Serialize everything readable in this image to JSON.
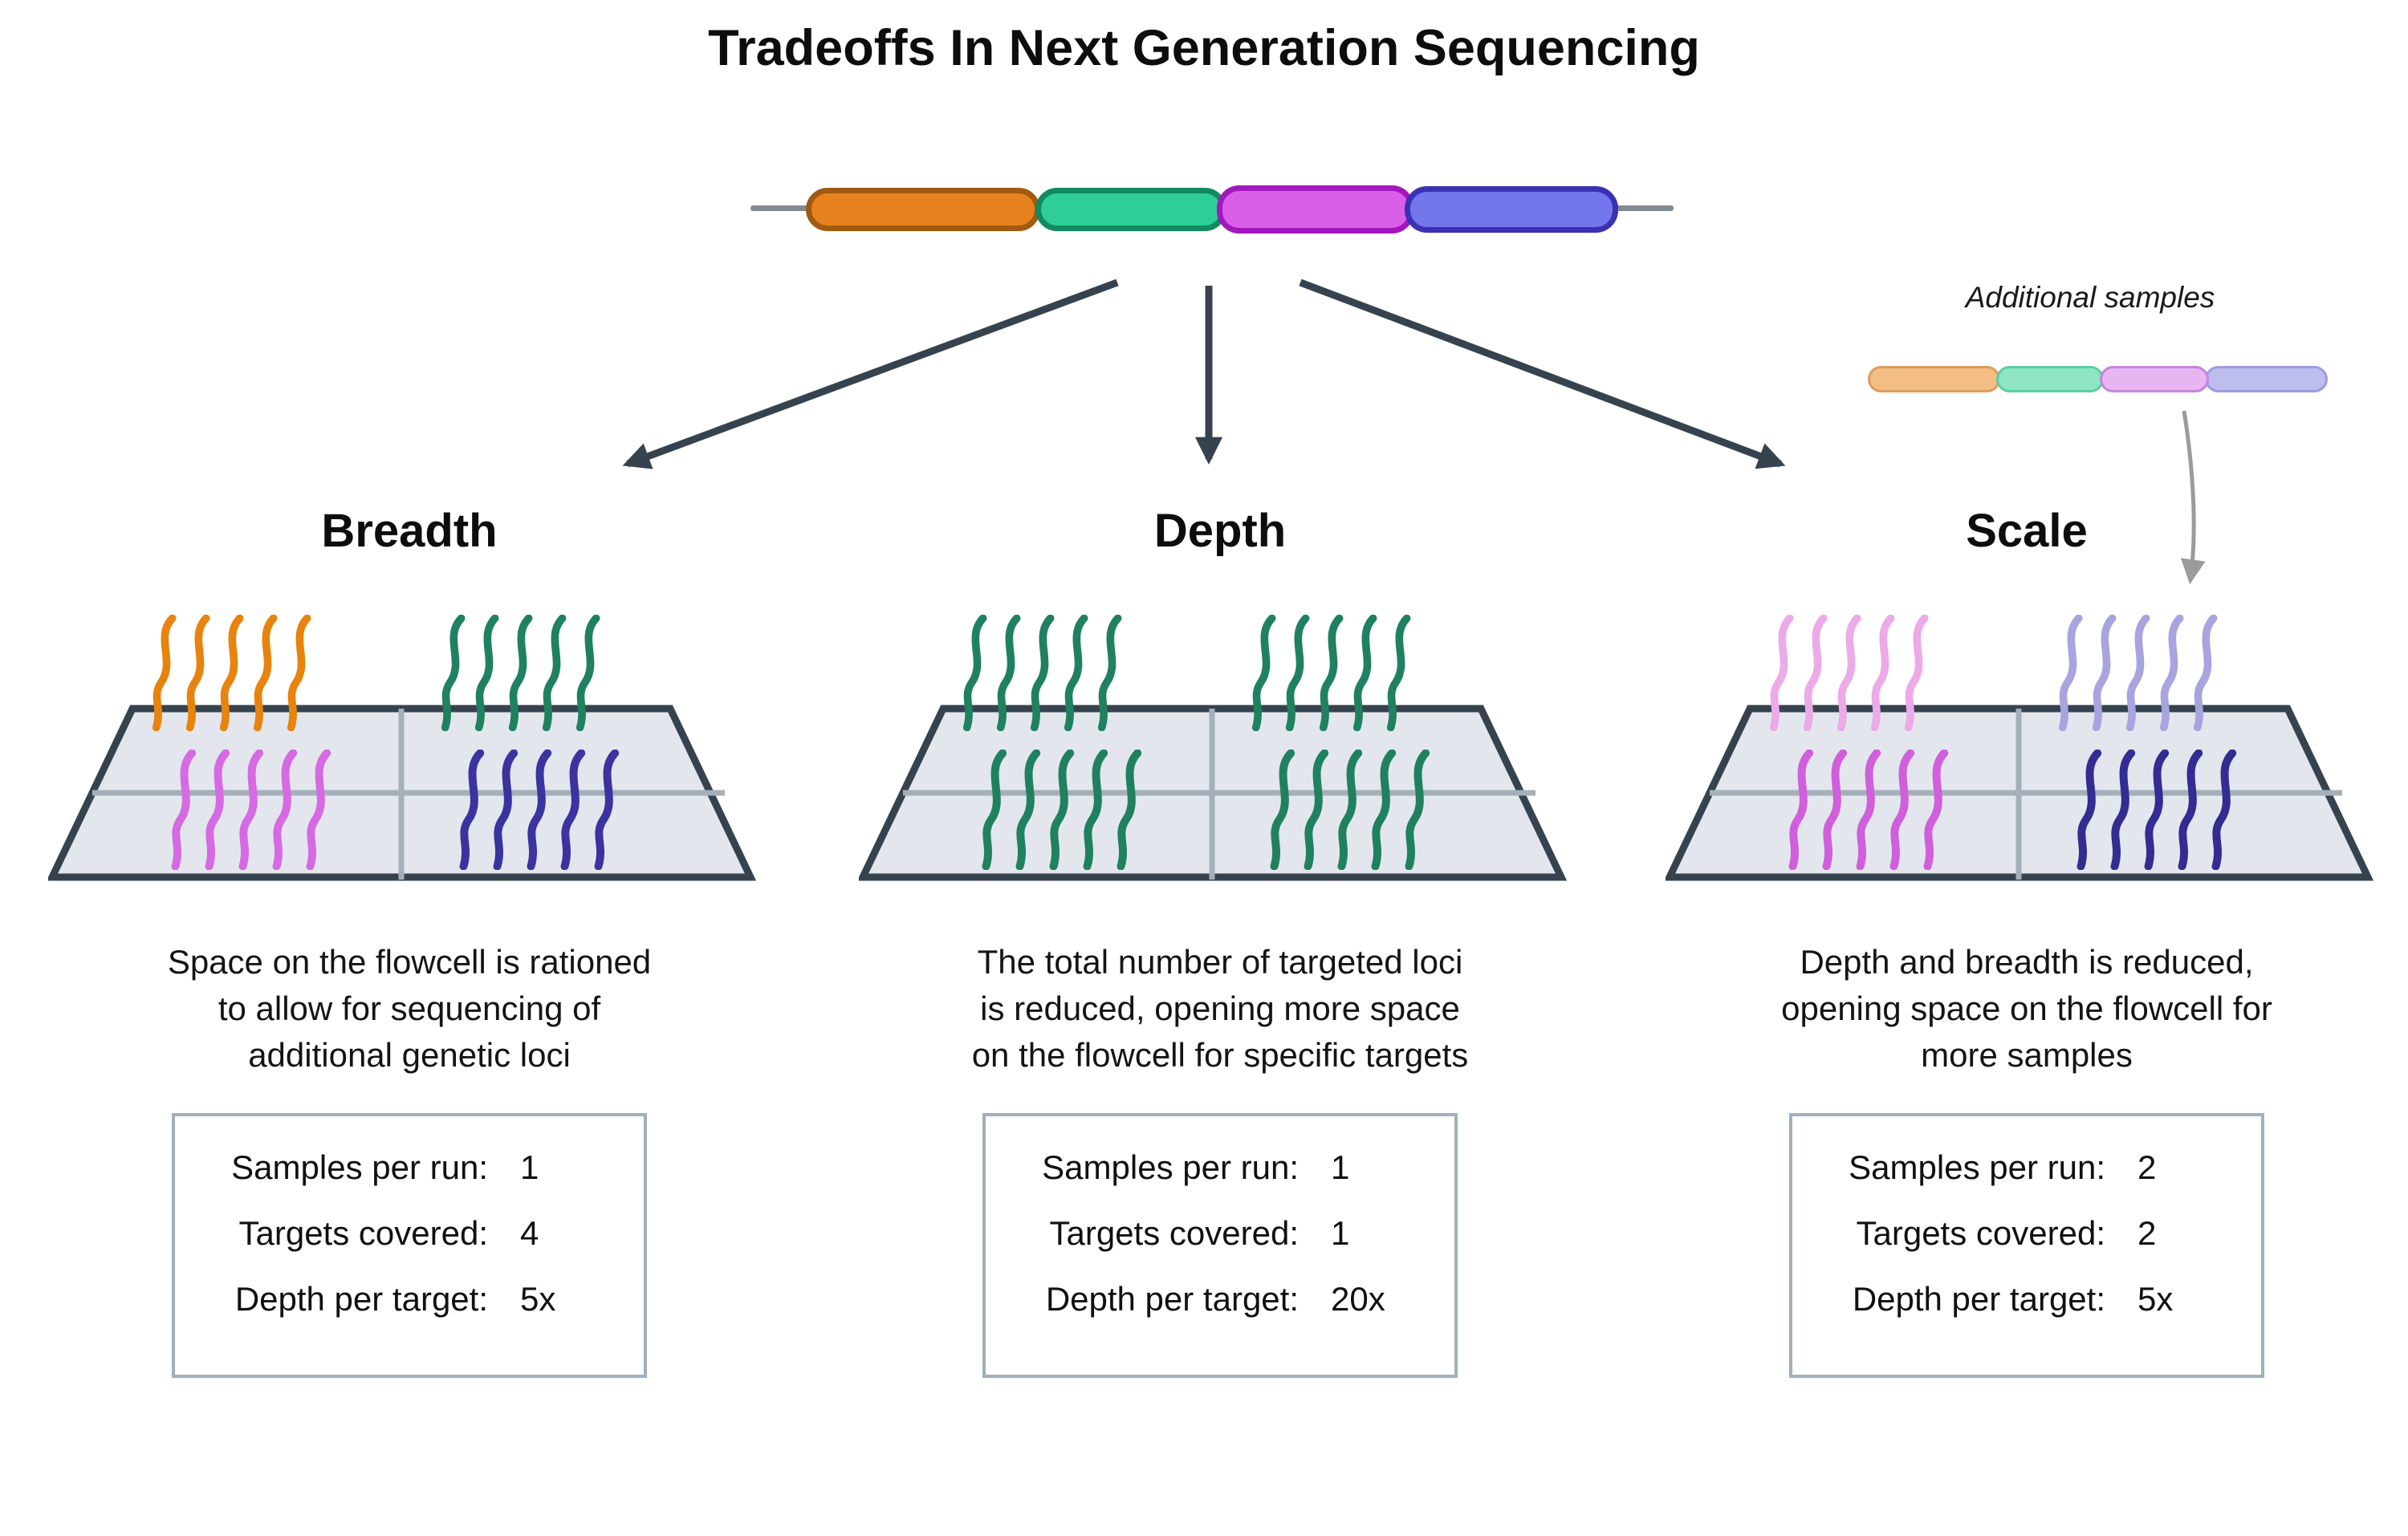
{
  "title": "Tradeoffs In Next Generation Sequencing",
  "arrow_color": "#36434F",
  "gene_bar": {
    "line_color": "#828A92",
    "segments": [
      {
        "name": "orange",
        "fill": "#E8821E",
        "border": "#A15A11"
      },
      {
        "name": "green",
        "fill": "#2FCE96",
        "border": "#128A60"
      },
      {
        "name": "magenta",
        "fill": "#DA5FE8",
        "border": "#A317BE"
      },
      {
        "name": "blue",
        "fill": "#7476EB",
        "border": "#3A31B4"
      }
    ]
  },
  "additional_samples": {
    "label": "Additional samples",
    "arrow_color": "#9B9B9B",
    "segments": [
      {
        "name": "orange",
        "fill": "#F2BE84",
        "border": "#DB9C5E"
      },
      {
        "name": "green",
        "fill": "#8EE7C2",
        "border": "#5ECDA2"
      },
      {
        "name": "pink",
        "fill": "#E7B5F2",
        "border": "#C585DC"
      },
      {
        "name": "periwinkle",
        "fill": "#BDBDEE",
        "border": "#9C9BE0"
      }
    ]
  },
  "flowcell": {
    "fill": "#E3E7ED",
    "border": "#36434F",
    "gridline": "#A5AFB9"
  },
  "stat_box_border": "#9FB0BE",
  "panels": [
    {
      "heading": "Breadth",
      "description_lines": [
        "Space on the flowcell is rationed",
        "to allow for sequencing of",
        "additional genetic loci"
      ],
      "strands": {
        "top_left": "#E8830D",
        "top_right": "#1F8160",
        "bottom_left": "#D66AE3",
        "bottom_right": "#3A33A0"
      },
      "stats": [
        {
          "label": "Samples per run:",
          "value": "1"
        },
        {
          "label": "Targets covered:",
          "value": "4"
        },
        {
          "label": "Depth per target:",
          "value": "5x"
        }
      ]
    },
    {
      "heading": "Depth",
      "description_lines": [
        "The total number of targeted loci",
        "is reduced, opening more space",
        "on the flowcell for specific targets"
      ],
      "strands": {
        "top_left": "#1F8160",
        "top_right": "#1F8160",
        "bottom_left": "#1F8160",
        "bottom_right": "#1F8160"
      },
      "stats": [
        {
          "label": "Samples per run:",
          "value": "1"
        },
        {
          "label": "Targets covered:",
          "value": "1"
        },
        {
          "label": "Depth per target:",
          "value": "20x"
        }
      ]
    },
    {
      "heading": "Scale",
      "description_lines": [
        "Depth and breadth is reduced,",
        "opening space on the flowcell for",
        "more samples"
      ],
      "strands": {
        "top_left": "#ECAAE9",
        "top_right": "#A8A4DF",
        "bottom_left": "#D05FDC",
        "bottom_right": "#332C93"
      },
      "stats": [
        {
          "label": "Samples per run:",
          "value": "2"
        },
        {
          "label": "Targets covered:",
          "value": "2"
        },
        {
          "label": "Depth per target:",
          "value": "5x"
        }
      ]
    }
  ]
}
